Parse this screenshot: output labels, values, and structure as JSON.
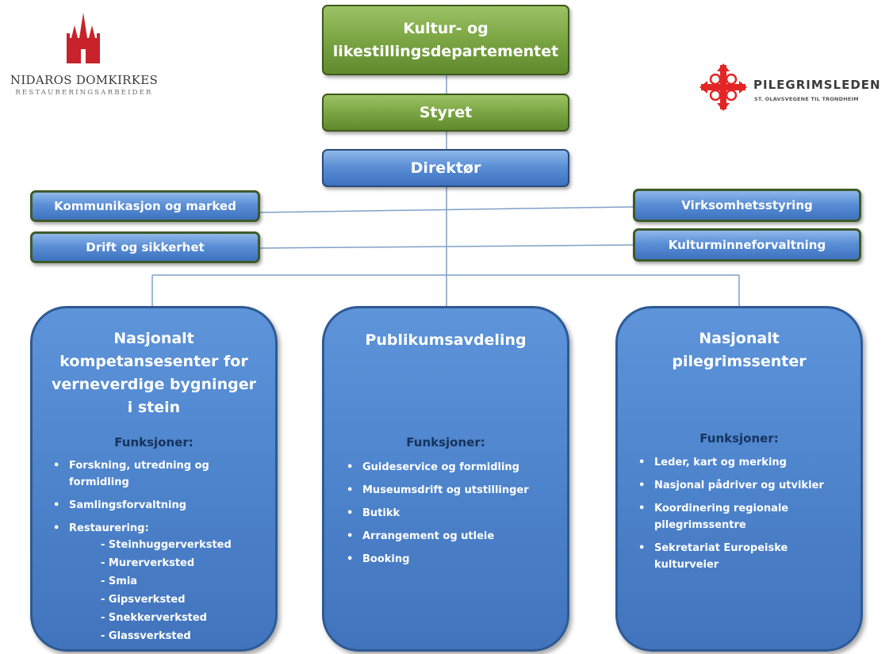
{
  "logos": {
    "left": {
      "name": "NIDAROS DOMKIRKES",
      "sub": "RESTAURERINGSARBEIDER"
    },
    "right": {
      "name": "PILEGRIMSLEDEN",
      "sub": "ST. OLAVSVEGENE TIL TRONDHEIM",
      "accent": "#e32526"
    },
    "left_color": "#c8222a"
  },
  "top": {
    "ministry": "Kultur- og likestillingsdepartementet",
    "board": "Styret",
    "director": "Direktør"
  },
  "staff": {
    "left": [
      "Kommunikasjon og marked",
      "Drift og sikkerhet"
    ],
    "right": [
      "Virksomhetsstyring",
      "Kulturminneforvaltning"
    ]
  },
  "departments": [
    {
      "title": "Nasjonalt kompetansesenter for verneverdige bygninger i stein",
      "functions_heading": "Funksjoner:",
      "items": [
        {
          "label": "Forskning, utredning og formidling"
        },
        {
          "label": "Samlingsforvaltning"
        },
        {
          "label": "Restaurering:",
          "sub": [
            "- Steinhuggerverksted",
            "- Murerverksted",
            "- Smia",
            "- Gipsverksted",
            "- Snekkerverksted",
            "- Glassverksted"
          ]
        }
      ]
    },
    {
      "title": "Publikumsavdeling",
      "functions_heading": "Funksjoner:",
      "items": [
        {
          "label": "Guideservice og formidling"
        },
        {
          "label": "Museumsdrift og utstillinger"
        },
        {
          "label": "Butikk"
        },
        {
          "label": "Arrangement og utleie"
        },
        {
          "label": "Booking"
        }
      ]
    },
    {
      "title": "Nasjonalt pilegrimssenter",
      "functions_heading": "Funksjoner:",
      "items": [
        {
          "label": "Leder, kart og merking"
        },
        {
          "label": "Nasjonal  pådriver og utvikler"
        },
        {
          "label": "Koordinering regionale pilegrimssentre"
        },
        {
          "label": "Sekretariat Europeiske kulturveier"
        }
      ]
    }
  ],
  "colors": {
    "green_box": "#7ea846",
    "blue_box": "#5b8fd6",
    "dept_fill": "#4d84cc",
    "functions_heading": "#16335c",
    "connector": "#7fa0c8"
  }
}
